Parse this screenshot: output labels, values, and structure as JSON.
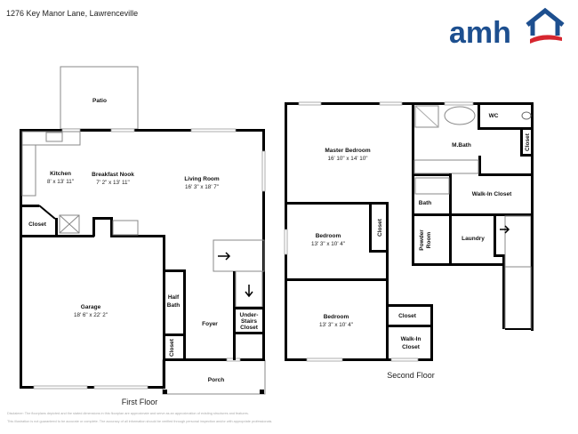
{
  "header": {
    "address": "1276 Key Manor Lane, Lawrenceville"
  },
  "logo": {
    "text": "amh",
    "colors": {
      "navy": "#1d4f8f",
      "red": "#d6262f"
    }
  },
  "first_floor": {
    "label": "First Floor",
    "rooms": {
      "patio": {
        "name": "Patio"
      },
      "kitchen": {
        "name": "Kitchen",
        "dims": "8' x 13' 11\""
      },
      "breakfast_nook": {
        "name": "Breakfast Nook",
        "dims": "7' 2\" x 13' 11\""
      },
      "living_room": {
        "name": "Living Room",
        "dims": "16' 3\" x 18' 7\""
      },
      "closet": {
        "name": "Closet"
      },
      "garage": {
        "name": "Garage",
        "dims": "18' 6\" x 22' 2\""
      },
      "half_bath": {
        "line1": "Half",
        "line2": "Bath"
      },
      "foyer": {
        "name": "Foyer"
      },
      "under_stairs": {
        "line1": "Under-",
        "line2": "Stairs",
        "line3": "Closet"
      },
      "foyer_closet": {
        "name": "Closet"
      },
      "porch": {
        "name": "Porch"
      }
    }
  },
  "second_floor": {
    "label": "Second Floor",
    "rooms": {
      "master_bedroom": {
        "name": "Master Bedroom",
        "dims": "16' 10\" x 14' 10\""
      },
      "m_bath": {
        "name": "M.Bath"
      },
      "wc": {
        "name": "WC"
      },
      "mb_closet": {
        "name": "Closet"
      },
      "walk_in_closet": {
        "name": "Walk-In Closet"
      },
      "bath": {
        "name": "Bath"
      },
      "bedroom1": {
        "name": "Bedroom",
        "dims": "13' 3\" x 10' 4\""
      },
      "bedroom1_closet": {
        "name": "Closet"
      },
      "powder_room": {
        "line1": "Powder",
        "line2": "Room"
      },
      "laundry": {
        "name": "Laundry"
      },
      "bedroom2": {
        "name": "Bedroom",
        "dims": "13' 3\" x 10' 4\""
      },
      "hall_closet": {
        "name": "Closet"
      },
      "walk_in_closet2": {
        "line1": "Walk-In",
        "line2": "Closet"
      }
    }
  },
  "disclaimer": {
    "line1": "Disclaimer: The floorplans depicted and the stated dimensions in this floorplan are approximate and serve as an approximation of existing structures and features.",
    "line2": "This illustration is not guaranteed to be accurate or complete. The accuracy of all information should be verified through personal inspection and/or with appropriate professionals."
  }
}
